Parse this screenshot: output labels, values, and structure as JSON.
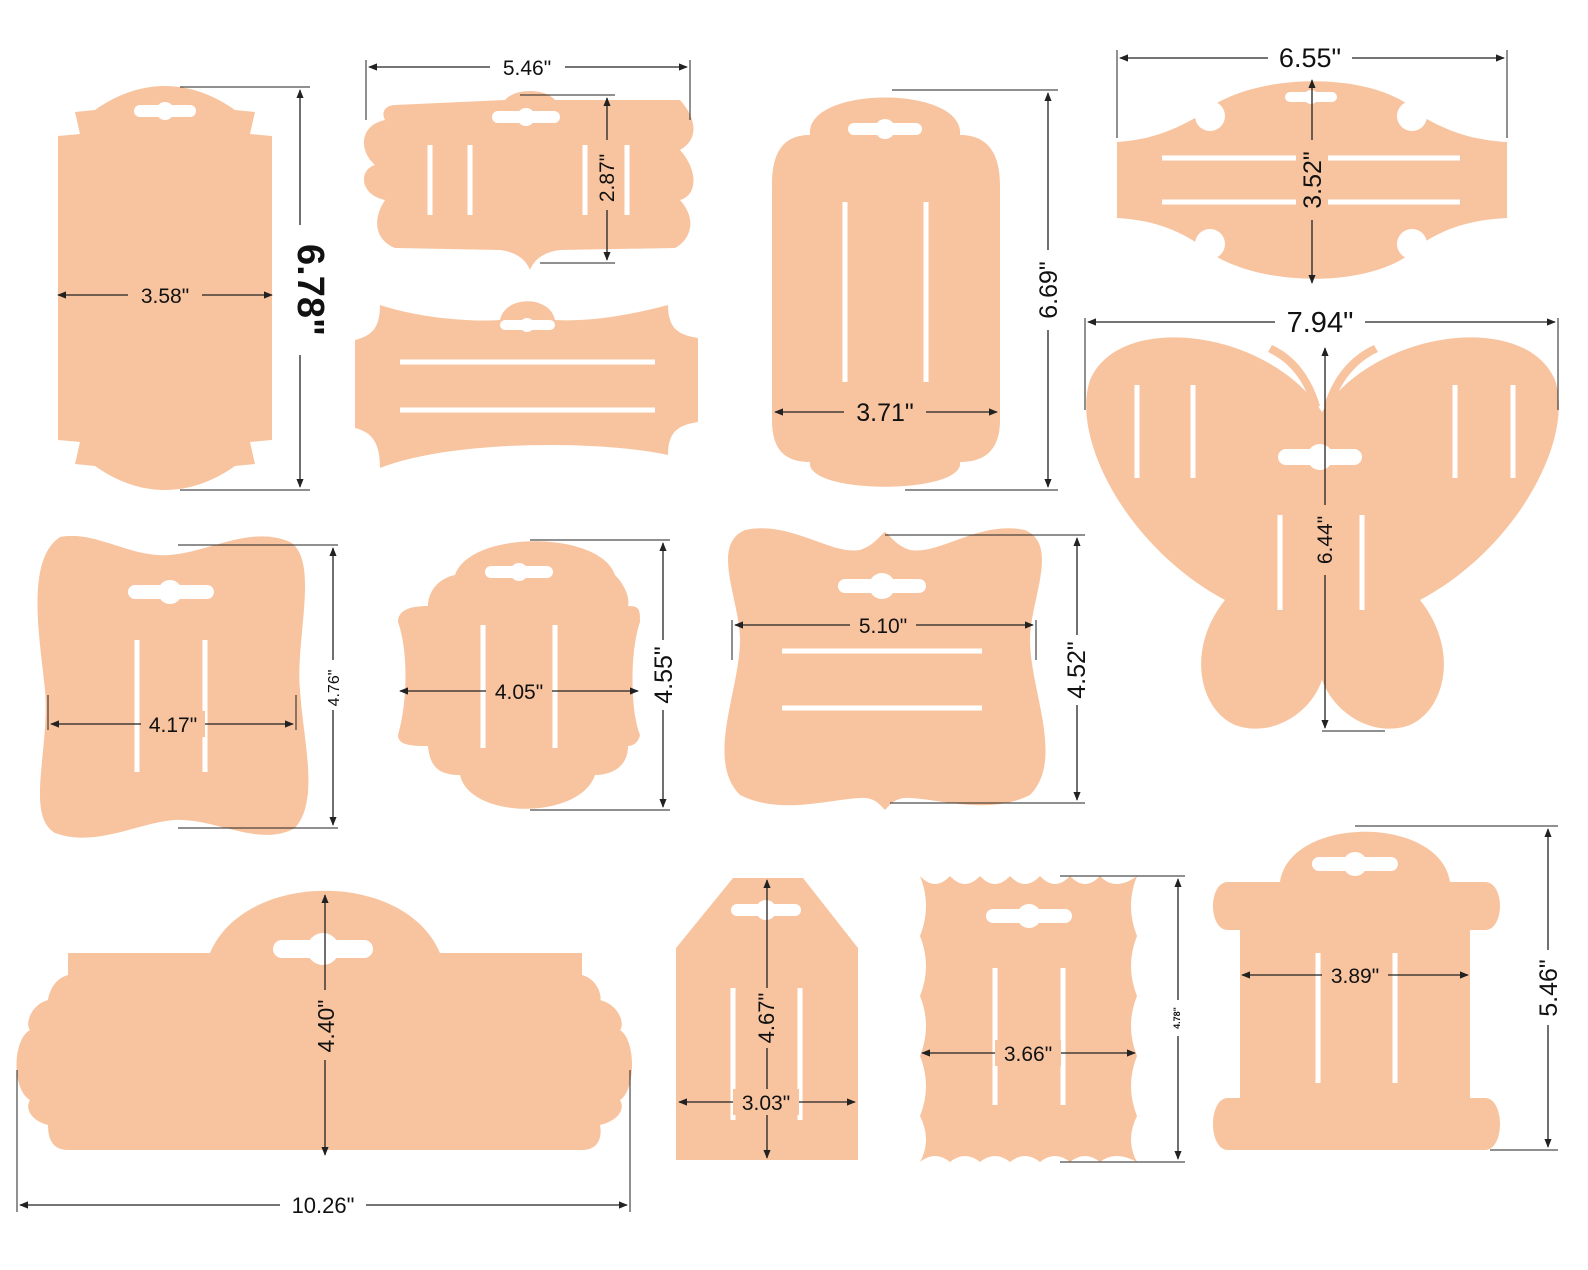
{
  "colors": {
    "card": "#f8c49f",
    "dimension_line": "#222222",
    "background": "#ffffff"
  },
  "cards": [
    {
      "id": "tall-banner",
      "width_label": "3.58\"",
      "height_label": "6.78\""
    },
    {
      "id": "bracket-small",
      "width_label": "5.46\"",
      "height_label": "2.87\""
    },
    {
      "id": "wide-banner",
      "width_label": "",
      "height_label": ""
    },
    {
      "id": "rounded-tall",
      "width_label": "3.71\"",
      "height_label": "6.69\""
    },
    {
      "id": "bow",
      "width_label": "6.55\"",
      "height_label": "3.52\""
    },
    {
      "id": "butterfly",
      "width_label": "7.94\"",
      "height_label": "6.44\""
    },
    {
      "id": "wavy-square",
      "width_label": "4.17\"",
      "height_label": "4.76\""
    },
    {
      "id": "scalloped-square",
      "width_label": "4.05\"",
      "height_label": "4.55\""
    },
    {
      "id": "pillow",
      "width_label": "5.10\"",
      "height_label": "4.52\""
    },
    {
      "id": "long-frame",
      "width_label": "10.26\"",
      "height_label": "4.40\""
    },
    {
      "id": "tag",
      "width_label": "3.03\"",
      "height_label": "4.67\""
    },
    {
      "id": "postage",
      "width_label": "3.66\"",
      "height_label": "4.78\""
    },
    {
      "id": "spool",
      "width_label": "3.89\"",
      "height_label": "5.46\""
    }
  ]
}
